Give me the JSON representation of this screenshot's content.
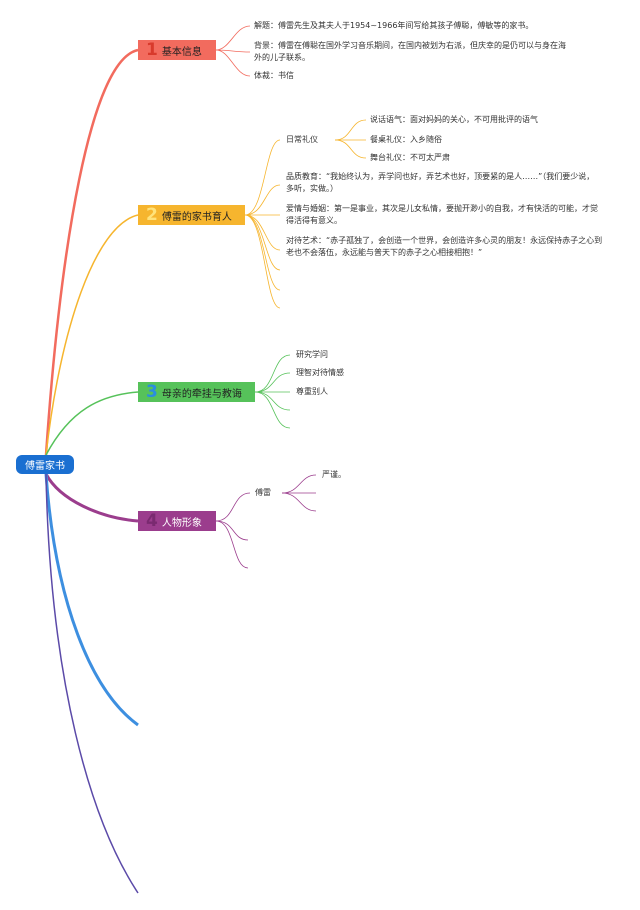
{
  "root": {
    "label": "傅雷家书"
  },
  "topics": [
    {
      "number": "1",
      "label": "基本信息"
    },
    {
      "number": "2",
      "label": "傅雷的家书育人"
    },
    {
      "number": "3",
      "label": "母亲的牵挂与教诲"
    },
    {
      "number": "4",
      "label": "人物形象"
    }
  ],
  "basic_info": {
    "intro": "解题：傅雷先生及其夫人于1954~1966年间写给其孩子傅聪，傅敏等的家书。",
    "background": "背景：傅雷在傅聪在国外学习音乐期间，在国内被划为右派，但庆幸的是仍可以与身在海外的儿子联系。",
    "genre": "体裁：书信"
  },
  "education": {
    "etiquette": {
      "label": "日常礼仪",
      "items": [
        "说话语气：面对妈妈的关心，不可用批评的语气",
        "餐桌礼仪：入乡随俗",
        "舞台礼仪：不可太严肃"
      ]
    },
    "character": "品质教育：“我始终认为，弄学问也好，弄艺术也好，顶要紧的是人……”（我们要少说，多听，实做。）",
    "love": "爱情与婚姻：第一是事业，其次是儿女私情，要抛开渺小的自我，才有快活的可能，才觉得活得有意义。",
    "art": "对待艺术：“赤子孤独了，会创造一个世界，会创造许多心灵的朋友！永远保持赤子之心到老也不会落伍，永远能与普天下的赤子之心相接相抱！”"
  },
  "mother": {
    "items": [
      "研究学问",
      "理智对待情感",
      "尊重别人"
    ]
  },
  "figures": {
    "person": "傅雷",
    "trait": "严谨。"
  }
}
